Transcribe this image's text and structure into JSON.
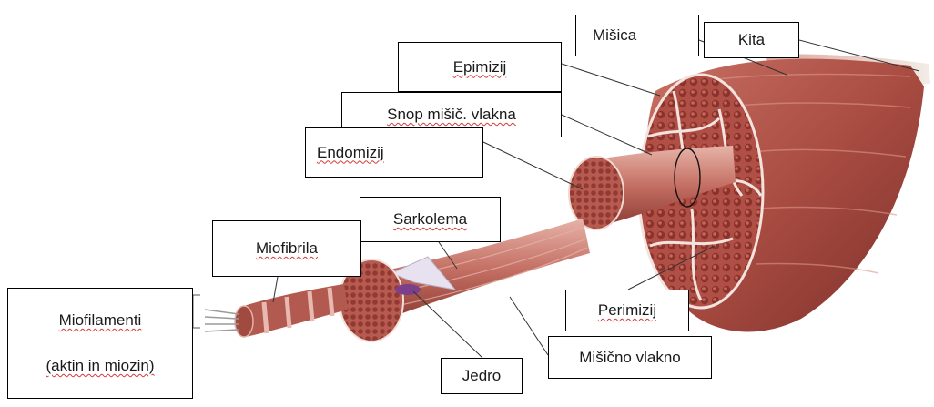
{
  "labels": {
    "misica": "Mišica",
    "kita": "Kita",
    "epimizij": "Epimizij",
    "snop": "Snop mišič. vlakna",
    "endomizij": "Endomizij",
    "sarkolema": "Sarkolema",
    "miofibrila": "Miofibrila",
    "miofilamenti_line1": "Miofilamenti",
    "miofilamenti_line2": "(aktin in miozin)",
    "jedro": "Jedro",
    "perimizij": "Perimizij",
    "misicno_vlakno": "Mišično vlakno"
  },
  "colors": {
    "muscle_dark": "#8e3a33",
    "muscle_mid": "#b4574c",
    "muscle_light": "#d99a8e",
    "tendon": "#e9ddd6",
    "nucleus": "#7b3f8c",
    "fascia": "#f2e6e0"
  }
}
